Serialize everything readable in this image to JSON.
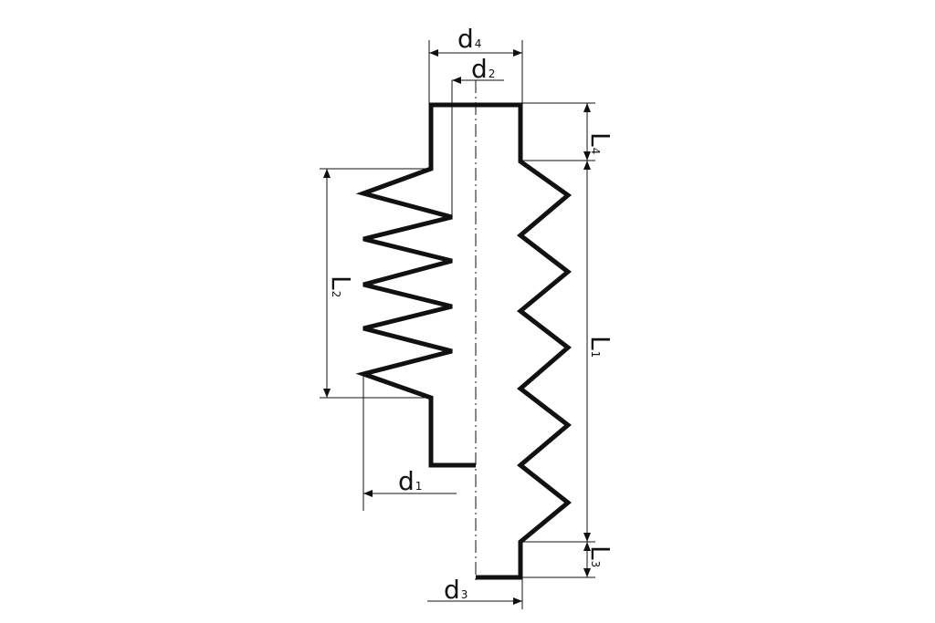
{
  "labels": {
    "d1": {
      "main": "d",
      "sub": "1"
    },
    "d2": {
      "main": "d",
      "sub": "2"
    },
    "d3": {
      "main": "d",
      "sub": "3"
    },
    "d4": {
      "main": "d",
      "sub": "4"
    },
    "L1": {
      "main": "L",
      "sub": "1"
    },
    "L2": {
      "main": "L",
      "sub": "2"
    },
    "L3": {
      "main": "L",
      "sub": "3"
    },
    "L4": {
      "main": "L",
      "sub": "4"
    }
  },
  "colors": {
    "line": "#111111",
    "background": "#ffffff"
  }
}
